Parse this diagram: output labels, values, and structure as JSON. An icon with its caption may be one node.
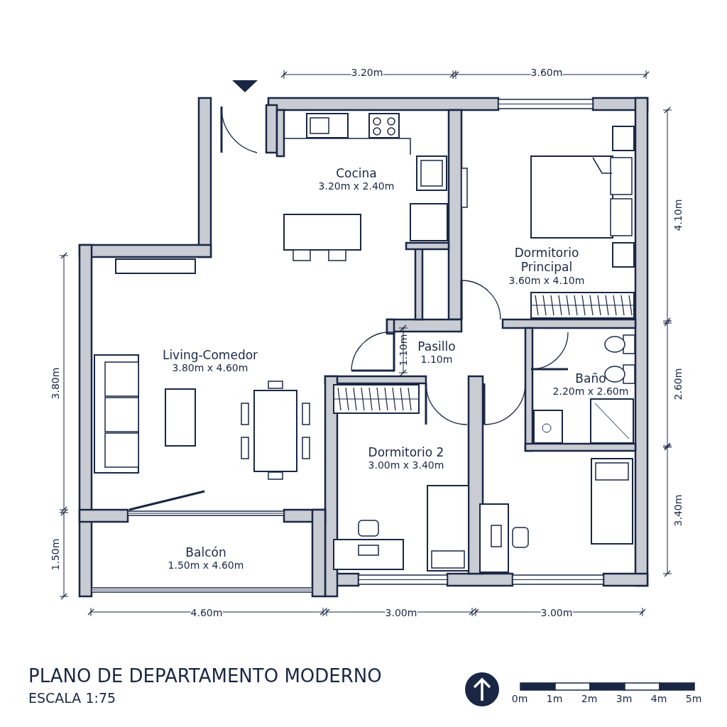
{
  "diagram": {
    "title": "PLANO DE DEPARTAMENTO MODERNO",
    "nodes": [
      {
        "text": [
          "Cocina",
          "3.20m x 2.40m"
        ]
      },
      {
        "text": [
          "Dormitorio Principal",
          "3.60m x 4.10m"
        ]
      },
      {
        "text": [
          "Living-Comedor",
          "3.80m x 4.60m"
        ]
      },
      {
        "text": [
          "Pasillo",
          "1.10m"
        ]
      },
      {
        "text": [
          "Baño",
          "2.20m x 2.60m"
        ]
      },
      {
        "text": [
          "Dormitorio 2",
          "3.00m x 3.40m"
        ]
      },
      {
        "text": [
          "Balcón",
          "1.50m x 4.60m"
        ]
      }
    ],
    "labels": [
      "3.20m",
      "3.60m",
      "4.10m",
      "1.10m",
      "3.80m",
      "2.60m",
      "3.40m",
      "1.50m",
      "4.60m",
      "3.00m",
      "3.00m",
      "ESCALA 1:75",
      "0m",
      "1m",
      "2m",
      "3m",
      "4m",
      "5m"
    ]
  }
}
